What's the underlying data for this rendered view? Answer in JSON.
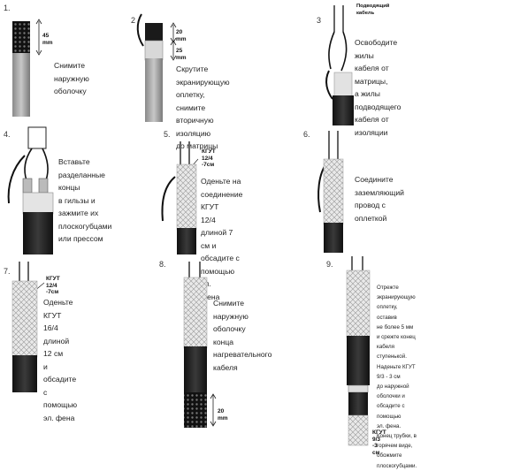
{
  "steps": [
    {
      "num": "1.",
      "text": "Снимите наружную\nоболочку",
      "dim": "45 mm"
    },
    {
      "num": "2",
      "text": "Скрутите экранирующую оплетку,\nснимите вторичную изоляцию\nдо матрицы",
      "dim1": "20 mm",
      "dim2": "25 mm"
    },
    {
      "num": "3",
      "text": "Освободите жилы\nкабеля от матрицы,\nа жилы подводящего\nкабеля от изоляции",
      "label": "Подводящий\nкабель"
    },
    {
      "num": "4.",
      "text": "Вставьте разделанные концы\nв гильзы и зажмите их\nплоскогубцами или прессом"
    },
    {
      "num": "5.",
      "text": "Оденьте на соединение КГУТ\n12/4 длиной 7 см и\nобсадите с помощью эл.\nфена",
      "label": "КГУТ 12/4\n-7см"
    },
    {
      "num": "6.",
      "text": "Соедините заземляющий\nпровод с оплеткой"
    },
    {
      "num": "7.",
      "text": "Оденьте КГУТ 16/4 длиной 12 см\nи обсадите с помощью эл. фена",
      "label": "КГУТ 12/4\n-7см"
    },
    {
      "num": "8.",
      "text": "Снимите наружную оболочку\nконца нагревательного кабеля",
      "dim": "20 mm"
    },
    {
      "num": "9.",
      "text": "Отрежте экранирующую оплетку, оставив\nне более 5 мм и срежте конец кабеля\nступенькой. Наденьте КГУТ 9/3 - 3 см\nдо наружной оболочки и обсадите с помощью\nэл. фена. Конец трубки, в горячем виде,\nобожмите плоскогубцами.",
      "label": "КГУТ 9/3\n-3 см"
    }
  ]
}
